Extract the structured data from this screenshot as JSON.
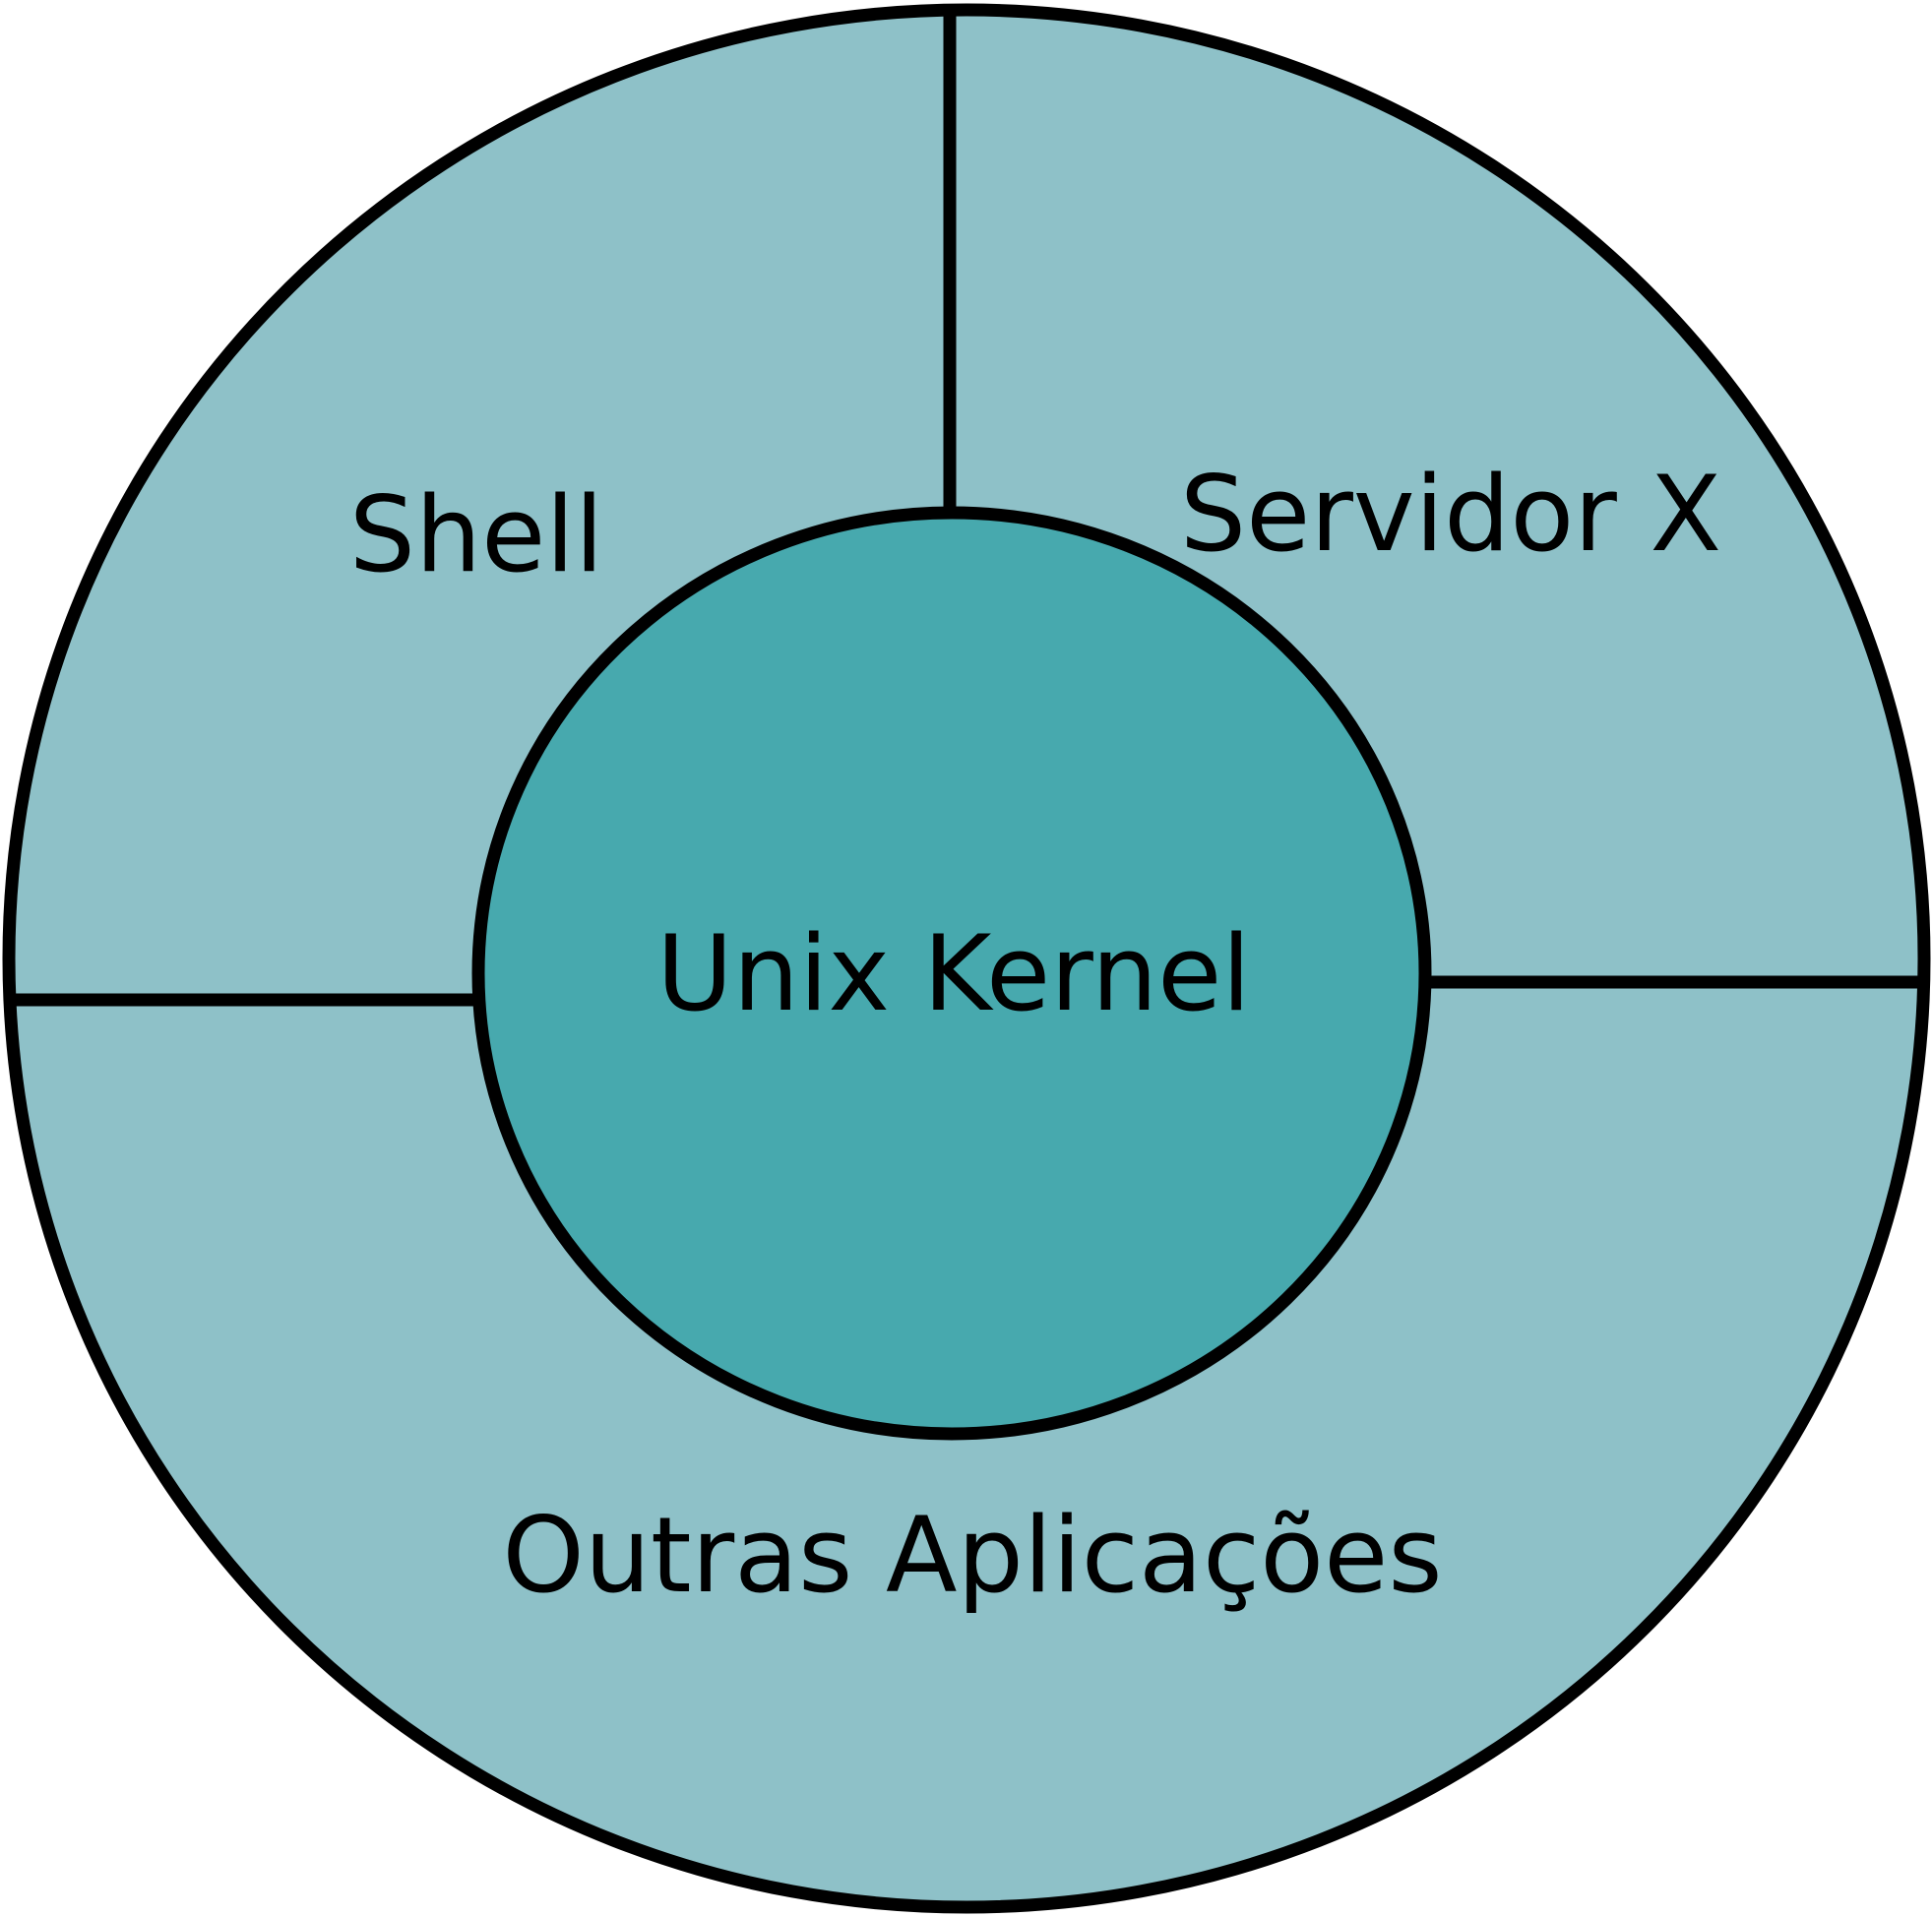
{
  "diagram": {
    "kernel_label": "Unix Kernel",
    "regions": {
      "shell": "Shell",
      "x_server": "Servidor X",
      "other_apps": "Outras Aplicações"
    }
  },
  "colors": {
    "outer_fill": "#8ec1c8",
    "inner_fill": "#47a9ae",
    "stroke": "#000000",
    "background": "#ffffff"
  }
}
